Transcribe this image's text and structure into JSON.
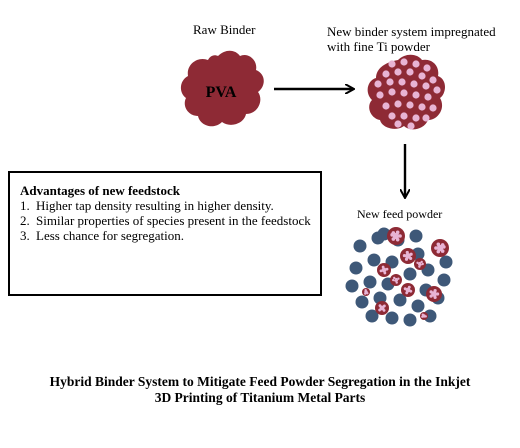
{
  "labels": {
    "raw_binder": "Raw Binder",
    "pva": "PVA",
    "new_system": [
      "New binder system impregnated",
      "with fine Ti powder"
    ],
    "new_feed_powder": "New feed powder"
  },
  "advantages": {
    "title": "Advantages of new feedstock",
    "items": [
      {
        "num": "1.",
        "text": "Higher tap density resulting in higher density."
      },
      {
        "num": "2.",
        "text": "Similar properties of species present in the feedstock"
      },
      {
        "num": "3.",
        "text": "Less chance for segregation."
      }
    ]
  },
  "caption": [
    "Hybrid Binder System to Mitigate Feed Powder Segregation in the Inkjet",
    "3D Printing of Titanium Metal Parts"
  ],
  "colors": {
    "binder": "#8e2a35",
    "ti_particle": "#e8b4d4",
    "feed_sphere": "#3e5878",
    "arrow": "#000000"
  }
}
